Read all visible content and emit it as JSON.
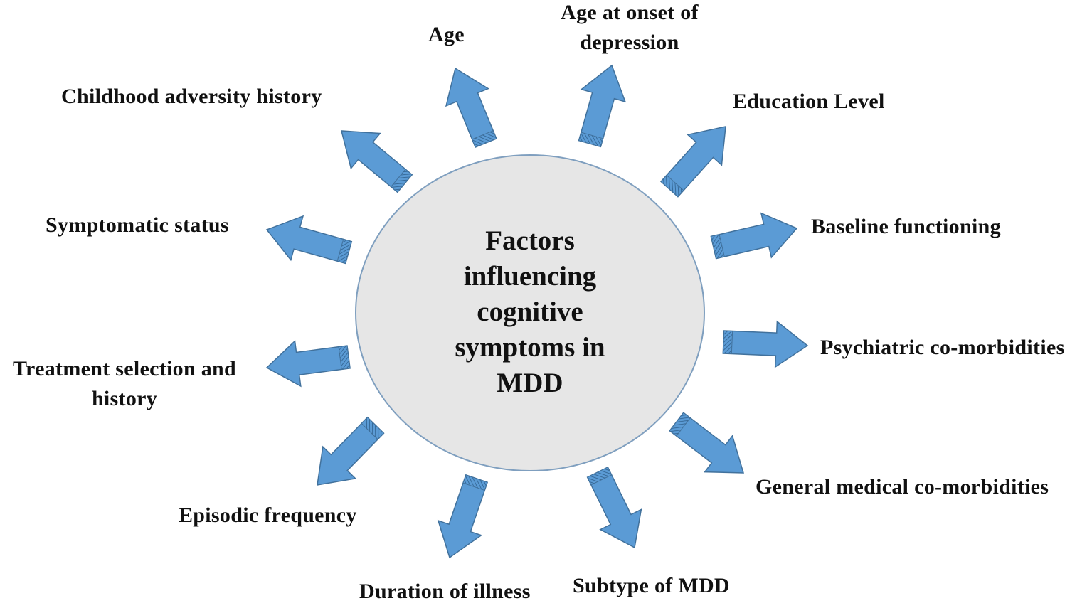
{
  "center": {
    "lines": [
      "Factors",
      "influencing",
      "cognitive",
      "symptoms in",
      "MDD"
    ]
  },
  "factors": {
    "age": "Age",
    "age_onset": [
      "Age at onset of",
      "depression"
    ],
    "education": "Education Level",
    "childhood": "Childhood adversity history",
    "baseline": "Baseline functioning",
    "symptomatic": "Symptomatic status",
    "psychiatric": "Psychiatric co-morbidities",
    "treatment": [
      "Treatment selection and",
      "history"
    ],
    "general_medical": "General medical co-morbidities",
    "episodic": "Episodic frequency",
    "subtype": "Subtype of MDD",
    "duration": "Duration of illness"
  },
  "colors": {
    "arrow_fill": "#5b9bd5",
    "arrow_stroke": "#41719c",
    "circle_fill": "#e6e6e6",
    "circle_stroke": "#7f9fbf",
    "text": "#111111"
  }
}
